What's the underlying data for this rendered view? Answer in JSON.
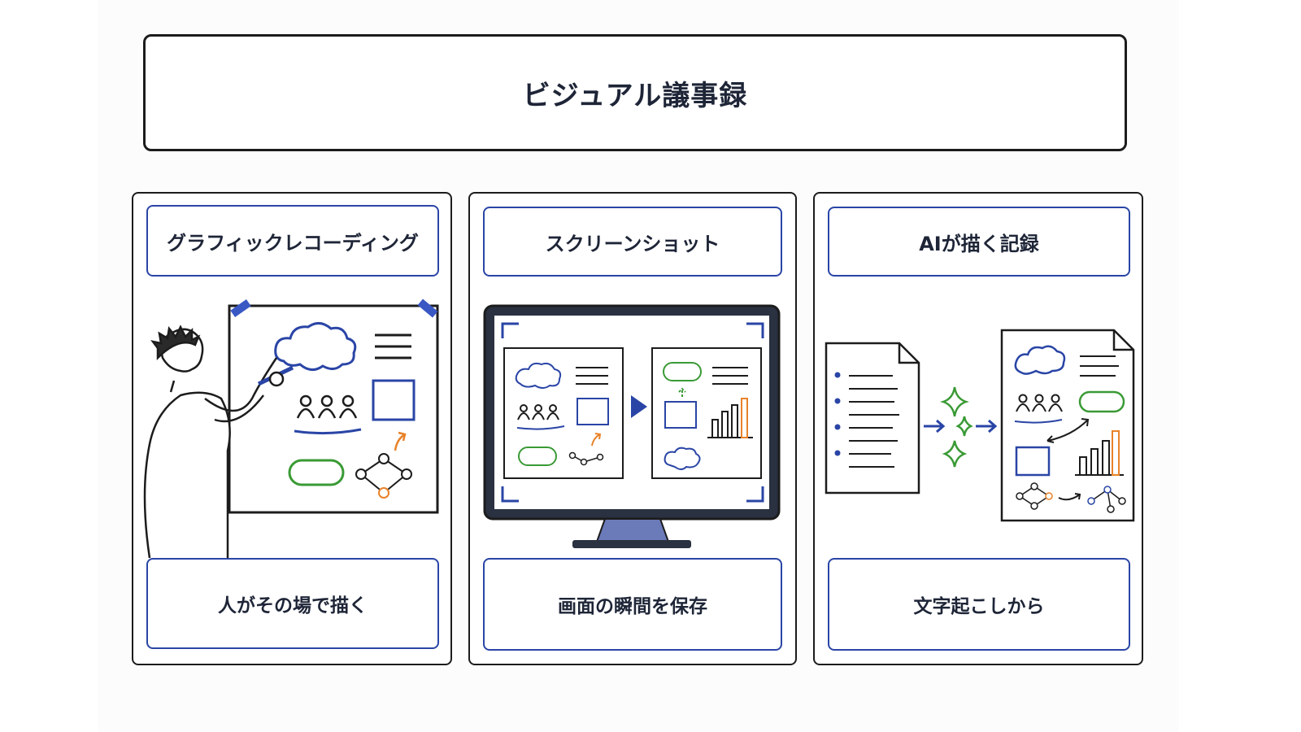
{
  "title": "ビジュアル議事録",
  "panels": [
    {
      "heading": "グラフィックレコーディング",
      "caption": "人がその場で描く"
    },
    {
      "heading": "スクリーンショット",
      "caption": "画面の瞬間を保存"
    },
    {
      "heading": "AIが描く記録",
      "caption": "文字起こしから"
    }
  ],
  "colors": {
    "ink": "#1c1c1c",
    "blue": "#2a45a6",
    "green": "#3a9a35",
    "orange": "#e8822a"
  }
}
